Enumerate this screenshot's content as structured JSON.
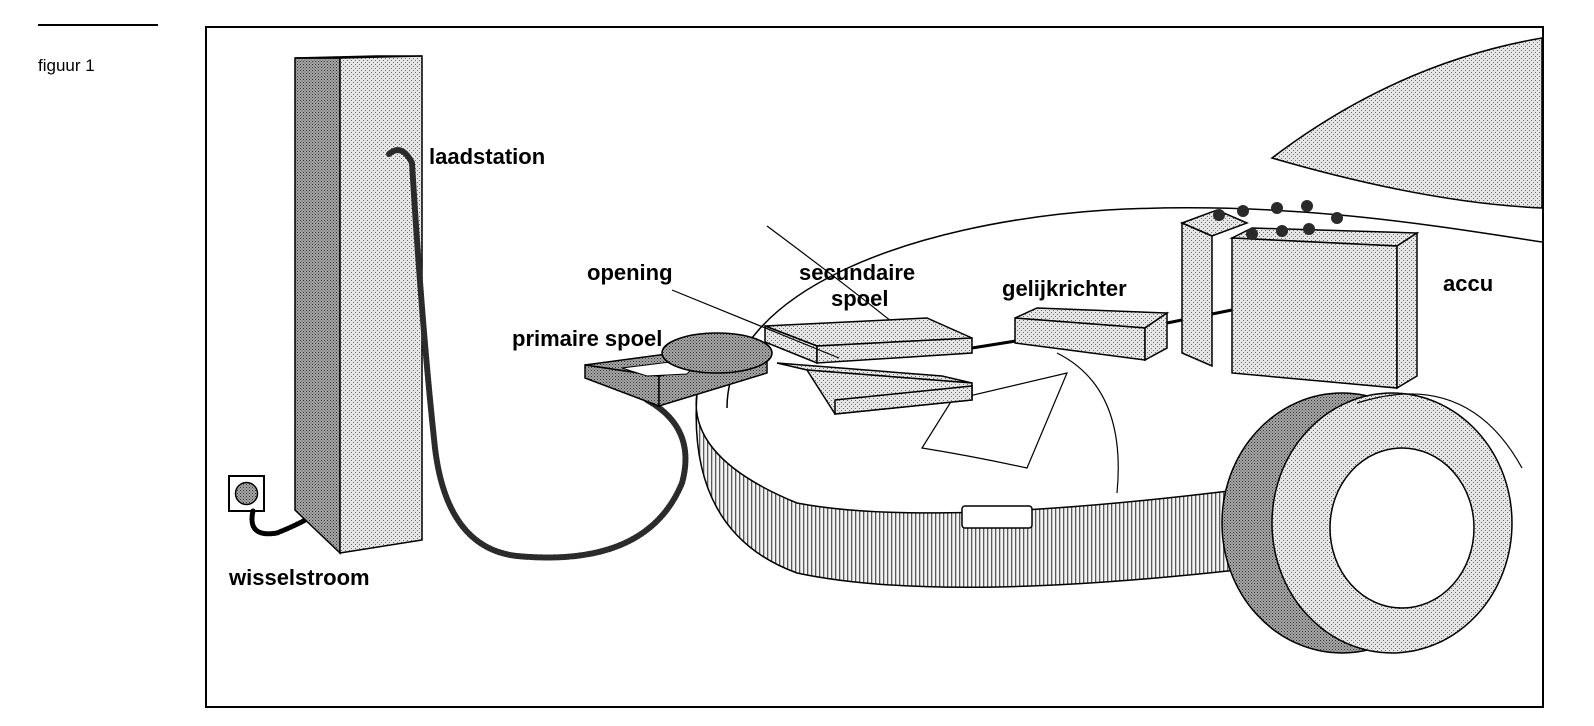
{
  "figure": {
    "label": "figuur 1"
  },
  "labels": {
    "laadstation": "laadstation",
    "wisselstroom": "wisselstroom",
    "opening": "opening",
    "primaire_spoel": "primaire spoel",
    "secundaire_spoel_line1": "secundaire",
    "secundaire_spoel_line2": "spoel",
    "gelijkrichter": "gelijkrichter",
    "accu": "accu"
  },
  "colors": {
    "ink": "#000000",
    "paper": "#ffffff",
    "light_shade": "#d9d9d9",
    "mid_shade": "#bdbdbd",
    "dark_shade": "#6e6e6e"
  }
}
